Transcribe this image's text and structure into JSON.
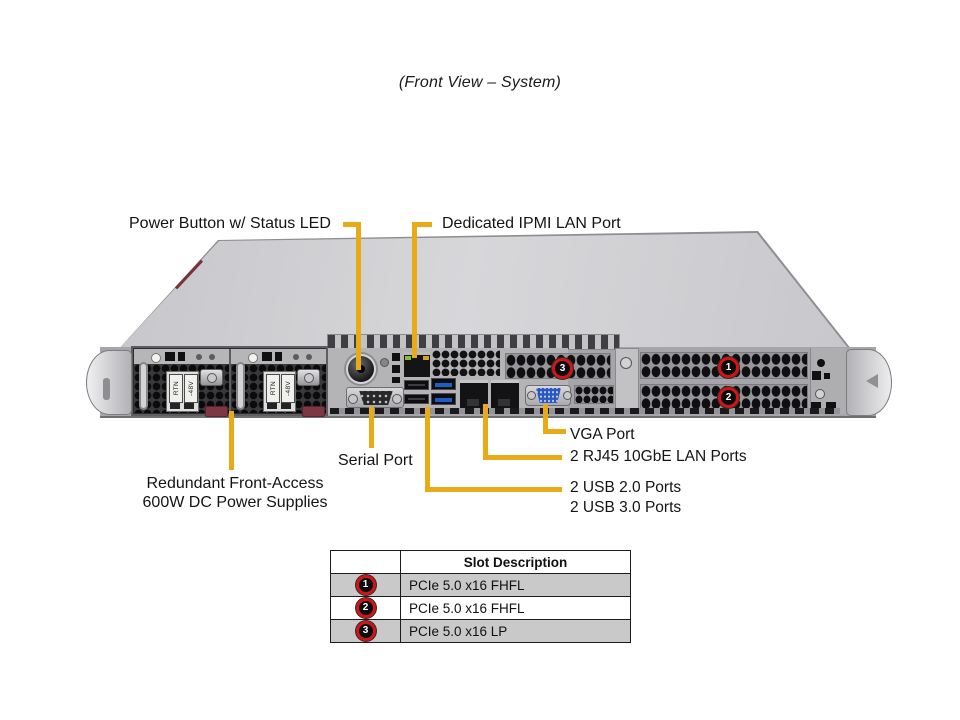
{
  "title": "(Front View – System)",
  "colors": {
    "callout_line": "#E8AA16",
    "badge_ring": "#D31414",
    "table_alt_row": "#C9C9C9"
  },
  "callouts": {
    "power": "Power Button w/ Status LED",
    "ipmi": "Dedicated IPMI LAN Port",
    "serial": "Serial Port",
    "psu_line1": "Redundant Front-Access",
    "psu_line2": "600W DC Power Supplies",
    "vga": "VGA Port",
    "lan": "2 RJ45 10GbE LAN Ports",
    "usb2": "2 USB 2.0 Ports",
    "usb3": "2 USB 3.0 Ports"
  },
  "psu": {
    "labels": [
      "RTN",
      "-48V"
    ]
  },
  "badges": {
    "slot1": "1",
    "slot2": "2",
    "slot3": "3"
  },
  "table": {
    "header": "Slot Description",
    "rows": [
      {
        "badge": "1",
        "desc": "PCIe 5.0 x16 FHFL"
      },
      {
        "badge": "2",
        "desc": "PCIe 5.0 x16 FHFL"
      },
      {
        "badge": "3",
        "desc": "PCIe 5.0 x16 LP"
      }
    ]
  }
}
